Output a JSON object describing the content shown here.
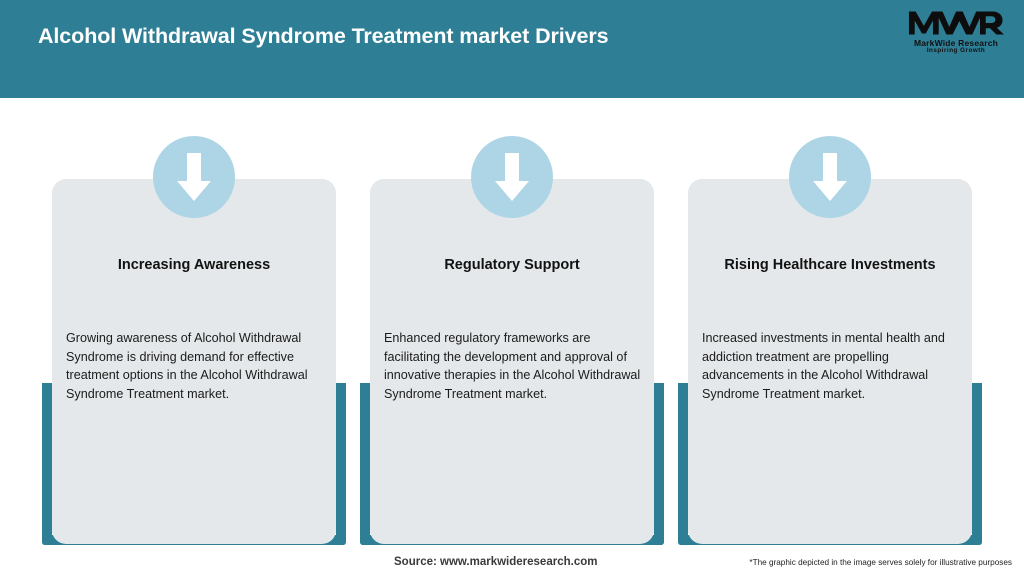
{
  "header": {
    "title": "Alcohol Withdrawal Syndrome Treatment market Drivers",
    "background_color": "#2E7F96",
    "title_color": "#FFFFFF",
    "logo": {
      "mark": "MWR",
      "name": "MarkWide Research",
      "tagline": "Inspiring Growth"
    }
  },
  "theme": {
    "teal": "#2E7F96",
    "card_background": "#E4E8EA",
    "icon_circle": "#ADD5E5",
    "arrow_color": "#FFFFFF"
  },
  "cards": [
    {
      "icon": "down-arrow-icon",
      "title": "Increasing Awareness",
      "body": "Growing awareness of Alcohol Withdrawal Syndrome is driving demand for effective treatment options in the Alcohol Withdrawal Syndrome Treatment market."
    },
    {
      "icon": "down-arrow-icon",
      "title": "Regulatory Support",
      "body": "Enhanced regulatory frameworks are facilitating the development and approval of innovative therapies in the Alcohol Withdrawal Syndrome Treatment market."
    },
    {
      "icon": "down-arrow-icon",
      "title": "Rising Healthcare Investments",
      "body": "Increased investments in mental health and addiction treatment are propelling advancements in the Alcohol Withdrawal Syndrome Treatment market."
    }
  ],
  "footer": {
    "source": "Source: www.markwideresearch.com",
    "disclaimer": "*The graphic depicted in the image serves solely for illustrative purposes"
  }
}
